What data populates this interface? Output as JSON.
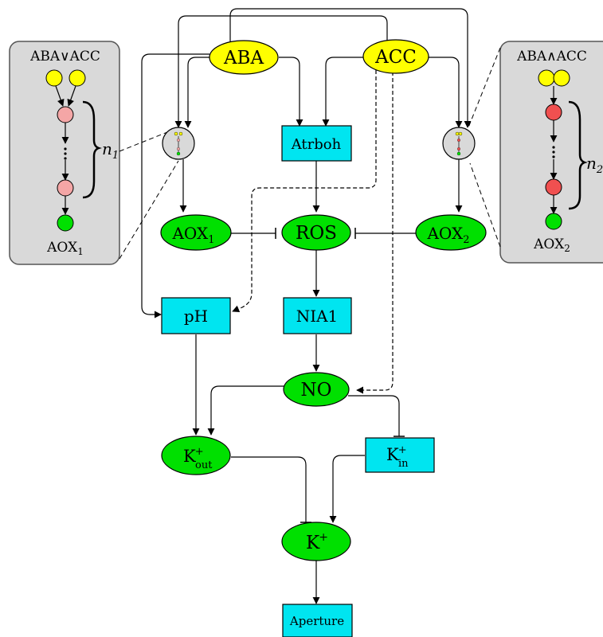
{
  "colors": {
    "signal": "#ffff00",
    "process": "#00e5f0",
    "output": "#00e000",
    "panel": "#d9d9d9",
    "chain_or": "#f4a6a6",
    "chain_and": "#f05050"
  },
  "nodes": {
    "aba": "ABA",
    "acc": "ACC",
    "atrboh": "Atrboh",
    "ros": "ROS",
    "aox1": {
      "main": "AOX",
      "sub": "1"
    },
    "aox2": {
      "main": "AOX",
      "sub": "2"
    },
    "ph": "pH",
    "nia1": "NIA1",
    "no": "NO",
    "kout": {
      "main": "K",
      "sup": "+",
      "sub": "out"
    },
    "kin": {
      "main": "K",
      "sup": "+",
      "sub": "in"
    },
    "kplus": {
      "main": "K",
      "sup": "+"
    },
    "aperture": "Aperture"
  },
  "panels": {
    "left": {
      "title": "ABA∨ACC",
      "count": {
        "main": "n",
        "sub": "1"
      },
      "output": {
        "main": "AOX",
        "sub": "1"
      }
    },
    "right": {
      "title": "ABA∧ACC",
      "count": {
        "main": "n",
        "sub": "2"
      },
      "output": {
        "main": "AOX",
        "sub": "2"
      }
    }
  },
  "icons": [
    "mini-network-icon-left",
    "mini-network-icon-right"
  ]
}
